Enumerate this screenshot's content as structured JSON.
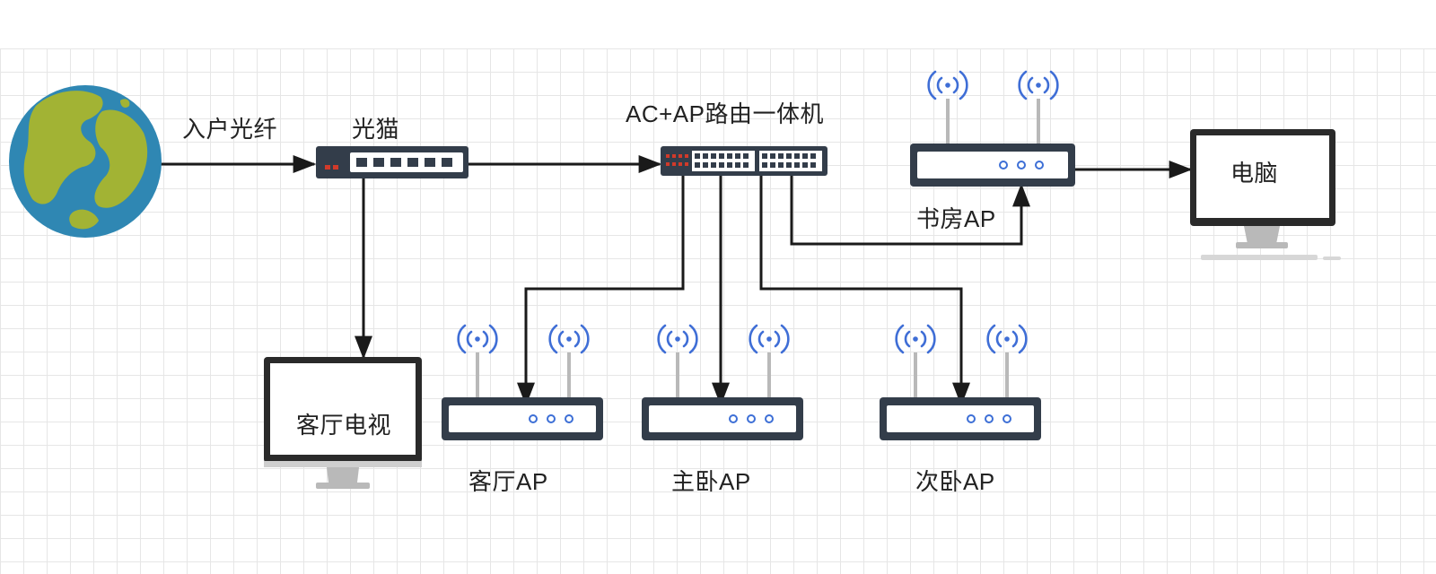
{
  "labels": {
    "fiber": "入户光纤",
    "modem": "光猫",
    "router": "AC+AP路由一体机",
    "study_ap": "书房AP",
    "computer": "电脑",
    "living_tv": "客厅电视",
    "living_ap": "客厅AP",
    "master_ap": "主卧AP",
    "second_ap": "次卧AP"
  },
  "icons": {
    "internet": "globe-icon",
    "modem": "optical-modem-icon",
    "router": "switch-router-icon",
    "ap": "wireless-access-point-icon",
    "monitor": "monitor-icon"
  },
  "colors": {
    "ocean": "#2f87b3",
    "land": "#a2b334",
    "device_body": "#333d4a",
    "device_face": "#ffffff",
    "ap_led": "#3d6fd6",
    "router_led": "#d13a2a",
    "wave": "#3f6ed6",
    "connector": "#1a1a1a",
    "stand": "#b9b9b9"
  }
}
